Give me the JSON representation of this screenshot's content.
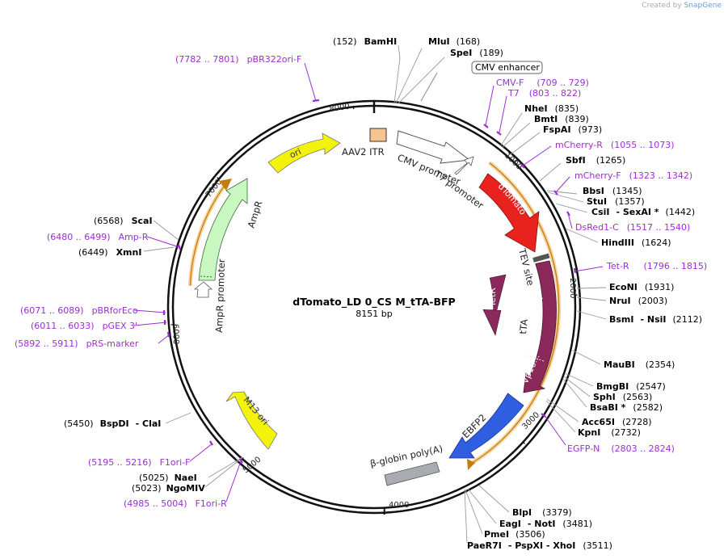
{
  "credit": {
    "prefix": "Created by",
    "brand": "SnapGene"
  },
  "plasmid": {
    "name": "dTomato_LD 0_CS M_tTA-BFP",
    "length": "8151 bp",
    "total_bp": 8151
  },
  "ticks": [
    "1000",
    "2000",
    "3000",
    "4000",
    "5000",
    "6000",
    "7000",
    "8000"
  ],
  "features": {
    "aav2_itr": "AAV2 ITR",
    "cmv_promoter": "CMV promoter",
    "t7_promoter": "T7 promoter",
    "dtomato": "dTomato",
    "tev_site": "TEV site",
    "tetr_inner": "TetR",
    "tetr_outer": "TetR",
    "tta": "tTA",
    "vp16": "Vp16...",
    "ebfp2": "EBFP2",
    "bglobin": "β-globin poly(A)",
    "m13ori": "M13 ori",
    "ampr_promoter": "AmpR promoter",
    "ampr": "AmpR",
    "ori": "ori",
    "cmv_enhancer": "CMV enhancer"
  },
  "sites": [
    {
      "left": "(152)",
      "name": "BamHI"
    },
    {
      "name": "MluI",
      "right": "(168)"
    },
    {
      "name": "SpeI",
      "right": "(189)"
    },
    {
      "name": "NheI",
      "right": "(835)"
    },
    {
      "name": "BmtI",
      "right": "(839)"
    },
    {
      "name": "FspAI",
      "right": "(973)"
    },
    {
      "name": "SbfI",
      "right": "(1265)"
    },
    {
      "name": "BbsI",
      "right": "(1345)"
    },
    {
      "name": "StuI",
      "right": "(1357)"
    },
    {
      "name": "CsiI",
      "mid": "- SexAI *",
      "right": "(1442)"
    },
    {
      "name": "HindIII",
      "right": "(1624)"
    },
    {
      "name": "EcoNI",
      "right": "(1931)"
    },
    {
      "name": "NruI",
      "right": "(2003)"
    },
    {
      "name": "BsmI",
      "mid": "- NsiI",
      "right": "(2112)"
    },
    {
      "name": "MauBI",
      "right": "(2354)"
    },
    {
      "name": "BmgBI",
      "right": "(2547)"
    },
    {
      "name": "SphI",
      "right": "(2563)"
    },
    {
      "name": "BsaBI *",
      "right": "(2582)"
    },
    {
      "name": "Acc65I",
      "right": "(2728)"
    },
    {
      "name": "KpnI",
      "right": "(2732)"
    },
    {
      "name": "BlpI",
      "right": "(3379)"
    },
    {
      "name": "EagI",
      "mid": "- NotI",
      "right": "(3481)"
    },
    {
      "name": "PmeI",
      "right": "(3506)"
    },
    {
      "name": "PaeR7I",
      "mid": "- PspXI - XhoI",
      "right": "(3511)"
    },
    {
      "left": "(5025)",
      "name": "NaeI"
    },
    {
      "left": "(5023)",
      "name": "NgoMIV"
    },
    {
      "left": "(5450)",
      "name": "BspDI",
      "mid": "- ClaI"
    },
    {
      "left": "(6568)",
      "name": "ScaI"
    },
    {
      "left": "(6449)",
      "name": "XmnI"
    }
  ],
  "primers": [
    {
      "range": "(7782 .. 7801)",
      "name": "pBR322ori-F"
    },
    {
      "name": "CMV-F",
      "range": "(709 .. 729)"
    },
    {
      "name": "T7",
      "range": "(803 .. 822)"
    },
    {
      "name": "mCherry-R",
      "range": "(1055 .. 1073)"
    },
    {
      "name": "mCherry-F",
      "range": "(1323 .. 1342)"
    },
    {
      "name": "DsRed1-C",
      "range": "(1517 .. 1540)"
    },
    {
      "name": "Tet-R",
      "range": "(1796 .. 1815)"
    },
    {
      "name": "EGFP-N",
      "range": "(2803 .. 2824)"
    },
    {
      "range": "(5195 .. 5216)",
      "name": "F1ori-F"
    },
    {
      "range": "(4985 .. 5004)",
      "name": "F1ori-R"
    },
    {
      "range": "(6480 .. 6499)",
      "name": "Amp-R"
    },
    {
      "range": "(6071 .. 6089)",
      "name": "pBRforEco"
    },
    {
      "range": "(6011 .. 6033)",
      "name": "pGEX 3'"
    },
    {
      "range": "(5892 .. 5911)",
      "name": "pRS-marker"
    }
  ],
  "colors": {
    "backbone": "#111111",
    "enzyme_line": "#888888",
    "primer": "#9a2fd0",
    "dtomato": "#e8231e",
    "tetr": "#8b2a5a",
    "ebfp2": "#2f5fe0",
    "ori": "#f2f20a",
    "m13ori": "#f2f20a",
    "ampr": "#c9f7c0",
    "itr": "#f6c48e",
    "polya": "#a8acb0",
    "orf_band": "#f0b04a"
  }
}
